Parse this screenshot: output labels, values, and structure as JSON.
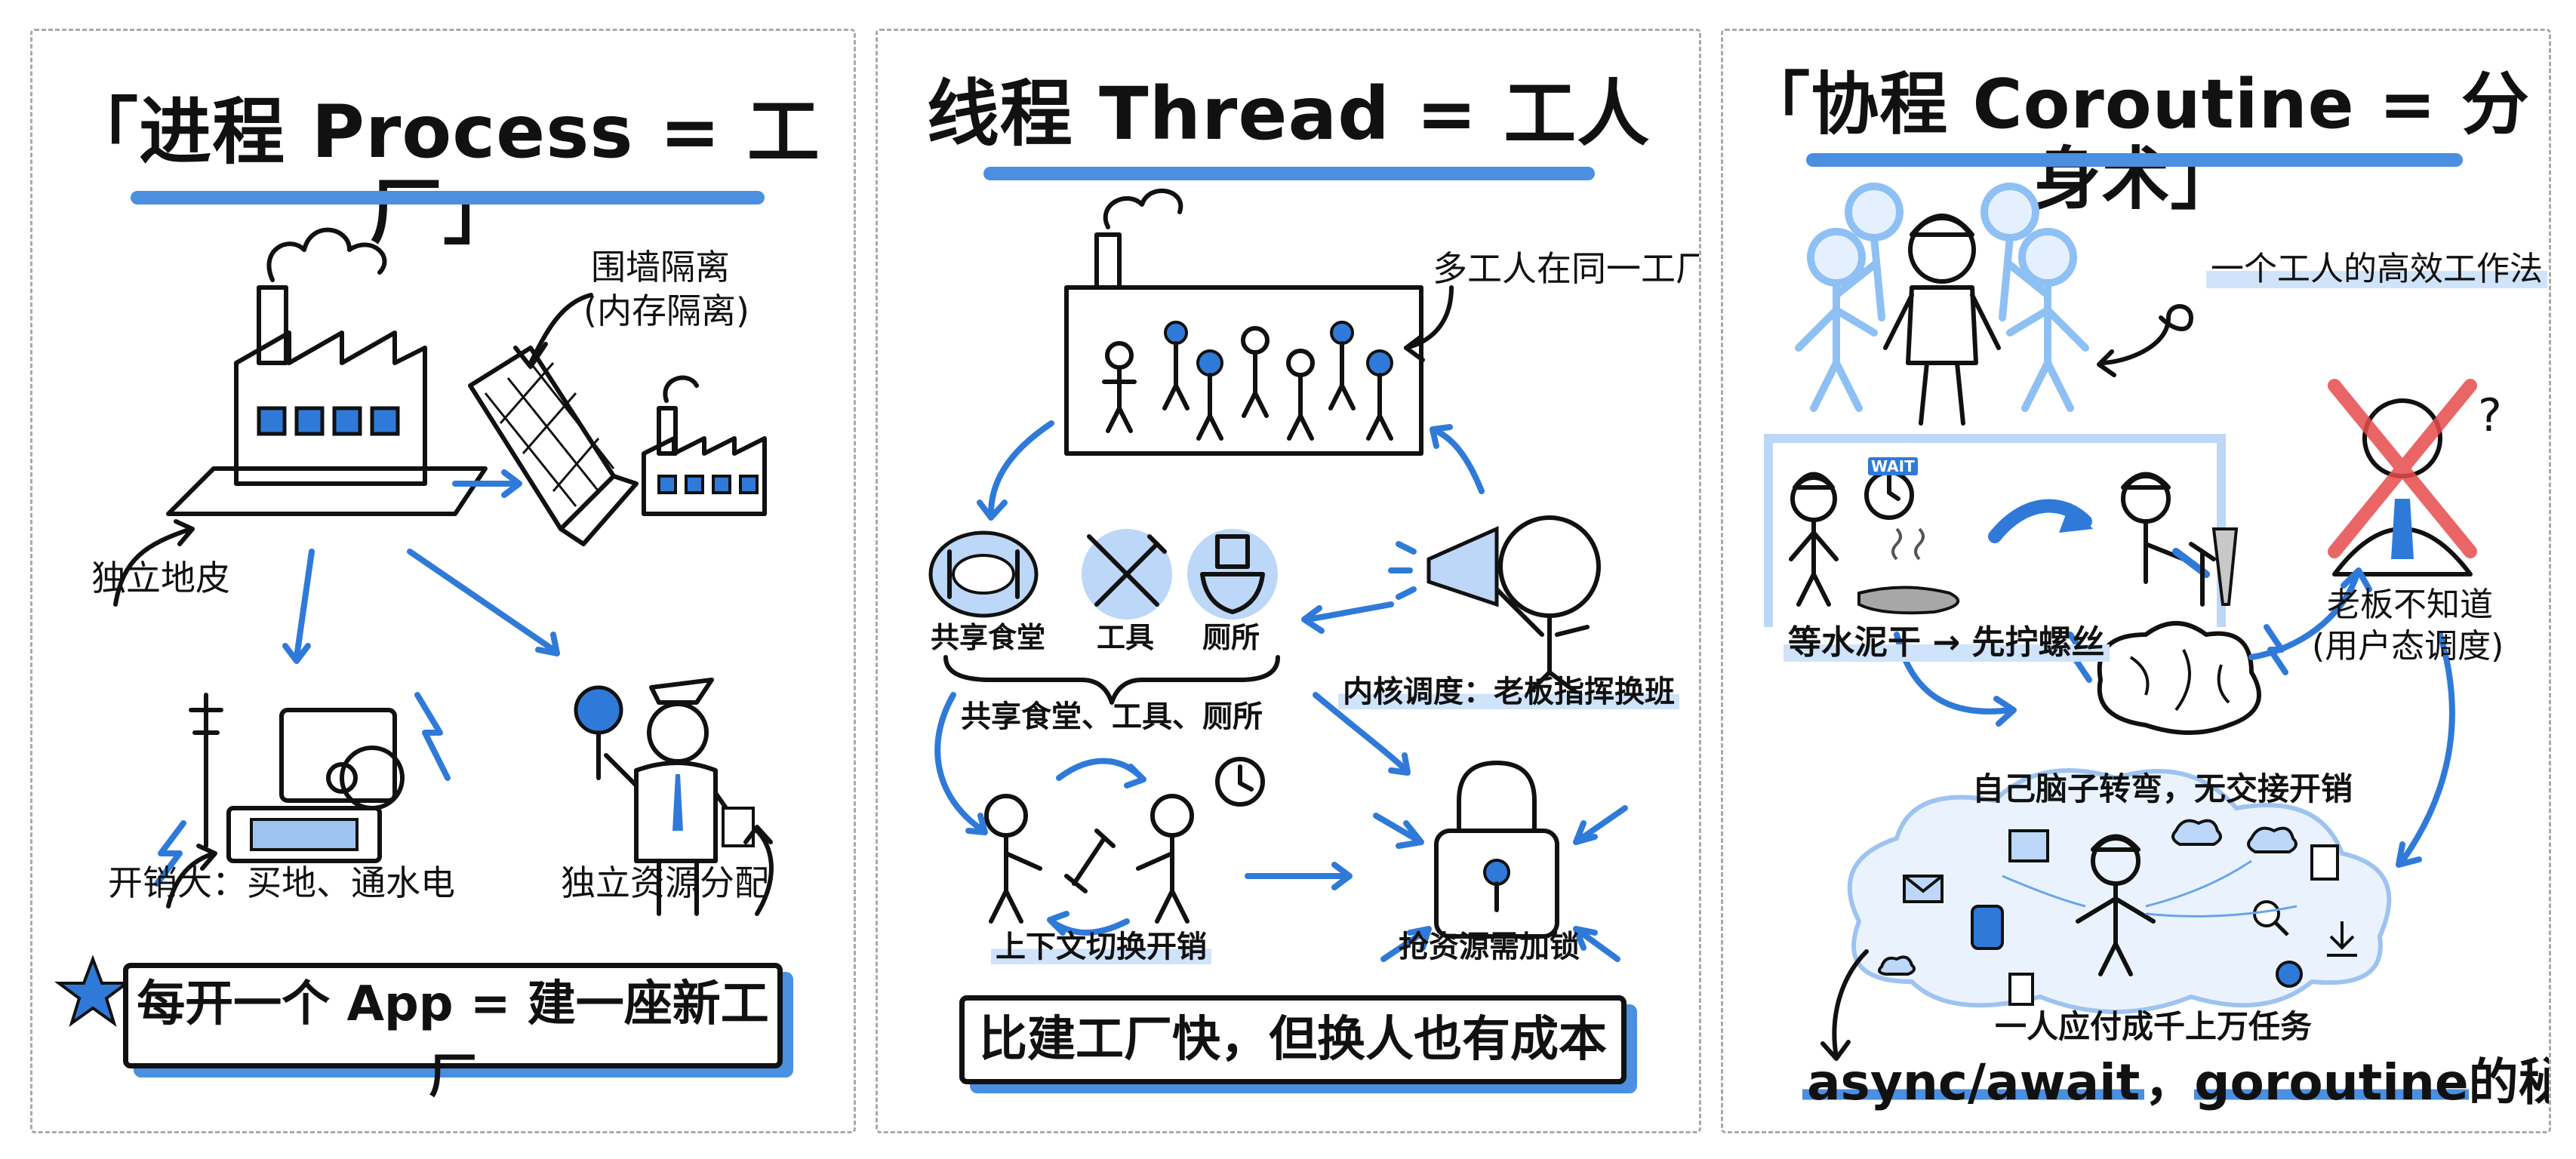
{
  "panels": [
    {
      "title": "「进程 Process = 工厂」",
      "labels": {
        "wall": "围墙隔离",
        "wall_sub": "(内存隔离)",
        "land": "独立地皮",
        "cost": "开销大：买地、通水电",
        "resources": "独立资源分配"
      },
      "banner": "每开一个 App = 建一座新工厂"
    },
    {
      "title": "线程 Thread = 工人",
      "labels": {
        "workers": "多工人在同一工厂",
        "canteen": "共享食堂",
        "tools": "工具",
        "toilet": "厕所",
        "shared": "共享食堂、工具、厕所",
        "kernel": "内核调度：老板指挥换班",
        "context": "上下文切换开销",
        "lock": "抢资源需加锁"
      },
      "banner": "比建工厂快，但换人也有成本"
    },
    {
      "title": "「协程 Coroutine = 分身术」",
      "labels": {
        "efficient": "一个工人的高效工作法",
        "cement": "等水泥干 → 先拧螺丝",
        "boss": "老板不知道",
        "boss_sub": "(用户态调度)",
        "brain": "自己脑子转弯，无交接开销",
        "tasks": "一人应付成千上万任务",
        "wait_tag": "WAIT"
      },
      "footer_a": "async/await",
      "footer_sep": "，",
      "footer_b": "goroutine",
      "footer_c": "的秘密"
    }
  ],
  "colors": {
    "accent": "#4a8fe0",
    "highlight": "#cfe3fb",
    "ink": "#111111"
  }
}
